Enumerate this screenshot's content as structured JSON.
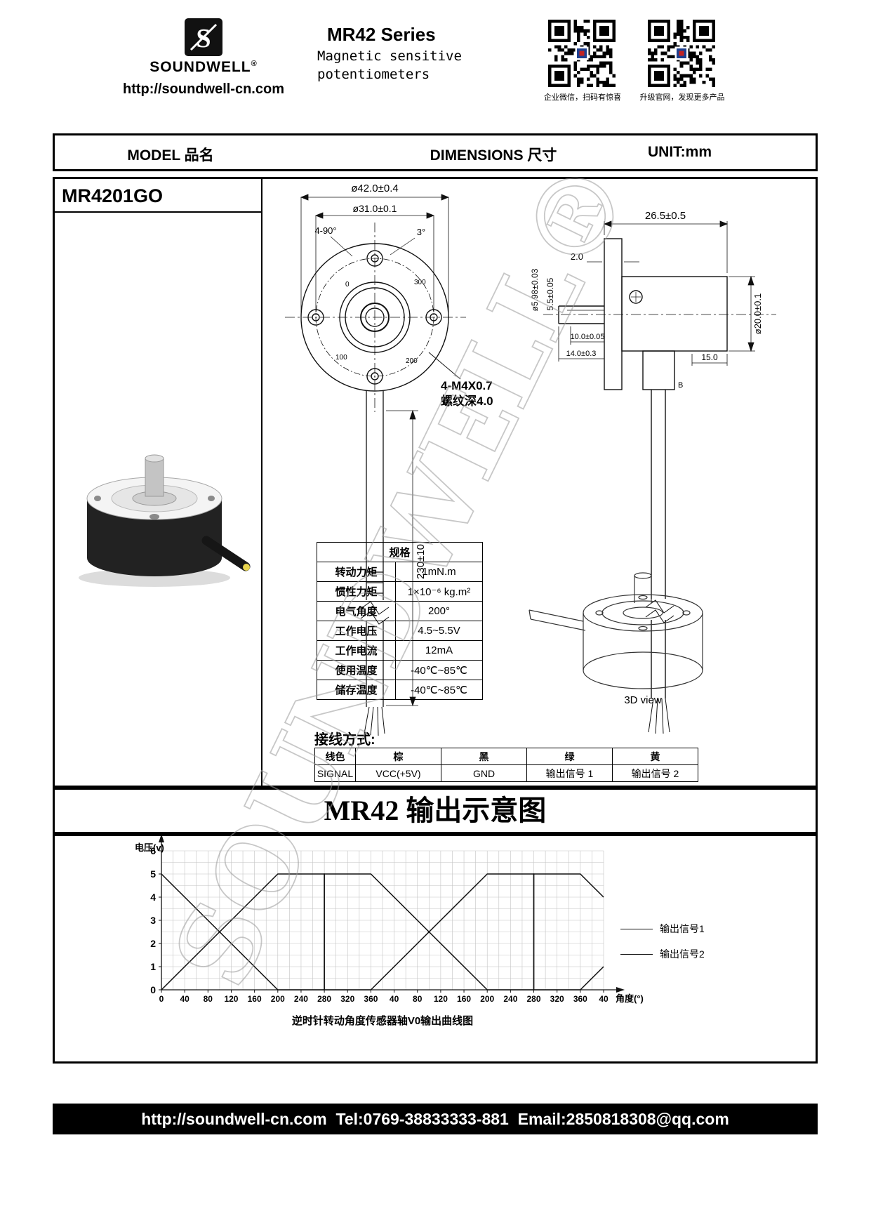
{
  "page": {
    "watermark": "SOUNDWELL®"
  },
  "header": {
    "logo_text": "S",
    "brand": "SOUNDWELL",
    "reg_mark": "®",
    "url": "http://soundwell-cn.com",
    "series_title": "MR42 Series",
    "subtitle_line1": "Magnetic sensitive",
    "subtitle_line2": "potentiometers",
    "qr_left_caption": "企业微信，扫码有惊喜",
    "qr_right_caption": "升级官网，发现更多产品"
  },
  "model_bar": {
    "model_label": "MODEL 品名",
    "dimensions_label": "DIMENSIONS 尺寸",
    "unit_label": "UNIT:mm"
  },
  "product": {
    "model_name": "MR4201GO"
  },
  "drawing": {
    "front": {
      "dim_outer": "ø42.0±0.4",
      "dim_bolt_circle": "ø31.0±0.1",
      "dim_hole_angle": "4-90°",
      "dim_offset_angle": "3°",
      "dial": [
        "0",
        "100",
        "200",
        "300"
      ],
      "thread_note": "4-M4X0.7",
      "thread_depth_note": "螺纹深4.0",
      "dim_cable_length": "230±10"
    },
    "side": {
      "dim_width": "26.5±0.5",
      "dim_step": "2.0",
      "dim_shaft_dia": "ø5.98±0.03",
      "dim_shaft_flat": "5.5±0.05",
      "dim_body_dia": "ø20.0±0.1",
      "dim_shaft_len1": "10.0±0.05",
      "dim_shaft_len2": "14.0±0.3",
      "dim_rear": "15.0",
      "section_label": "B"
    },
    "view_3d_label": "3D view"
  },
  "spec_table": {
    "title": "规格",
    "rows": [
      {
        "label": "转动力矩",
        "value": "1mN.m"
      },
      {
        "label": "惯性力矩",
        "value": "1×10⁻⁶ kg.m²"
      },
      {
        "label": "电气角度",
        "value": "200°"
      },
      {
        "label": "工作电压",
        "value": "4.5~5.5V"
      },
      {
        "label": "工作电流",
        "value": "12mA"
      },
      {
        "label": "使用温度",
        "value": "-40℃~85℃"
      },
      {
        "label": "储存温度",
        "value": "-40℃~85℃"
      }
    ]
  },
  "wiring": {
    "title": "接线方式:",
    "rows": [
      [
        "线色",
        "棕",
        "黑",
        "绿",
        "黄"
      ],
      [
        "SIGNAL",
        "VCC(+5V)",
        "GND",
        "输出信号 1",
        "输出信号 2"
      ]
    ]
  },
  "output_section": {
    "title": "MR42 输出示意图"
  },
  "chart_data": {
    "type": "line",
    "title": "MR42 输出示意图",
    "xlabel": "角度(°)",
    "ylabel": "电压(v)",
    "xlim": [
      0,
      760
    ],
    "ylim": [
      0,
      6
    ],
    "x_tick_step": 40,
    "x_tick_labels": [
      "0",
      "40",
      "80",
      "120",
      "160",
      "200",
      "240",
      "280",
      "320",
      "360",
      "40",
      "80",
      "120",
      "160",
      "200",
      "240",
      "280",
      "320",
      "360",
      "40"
    ],
    "y_tick_labels": [
      "0",
      "1",
      "2",
      "3",
      "4",
      "5",
      "6"
    ],
    "grid": true,
    "legend_position": "right",
    "caption": "逆时针转动角度传感器轴V0输出曲线图",
    "series": [
      {
        "name": "输出信号1",
        "color": "#111111",
        "points": [
          [
            0,
            5
          ],
          [
            200,
            0
          ],
          [
            280,
            0
          ],
          [
            280,
            5
          ],
          [
            360,
            5
          ],
          [
            560,
            0
          ],
          [
            640,
            0
          ],
          [
            640,
            5
          ],
          [
            720,
            5
          ],
          [
            760,
            4
          ]
        ]
      },
      {
        "name": "输出信号2",
        "color": "#111111",
        "points": [
          [
            0,
            0
          ],
          [
            200,
            5
          ],
          [
            280,
            5
          ],
          [
            280,
            0
          ],
          [
            360,
            0
          ],
          [
            560,
            5
          ],
          [
            640,
            5
          ],
          [
            640,
            0
          ],
          [
            720,
            0
          ],
          [
            760,
            1
          ]
        ]
      }
    ]
  },
  "footer": {
    "text": "http://soundwell-cn.com  Tel:0769-38833333-881  Email:2850818308@qq.com"
  }
}
